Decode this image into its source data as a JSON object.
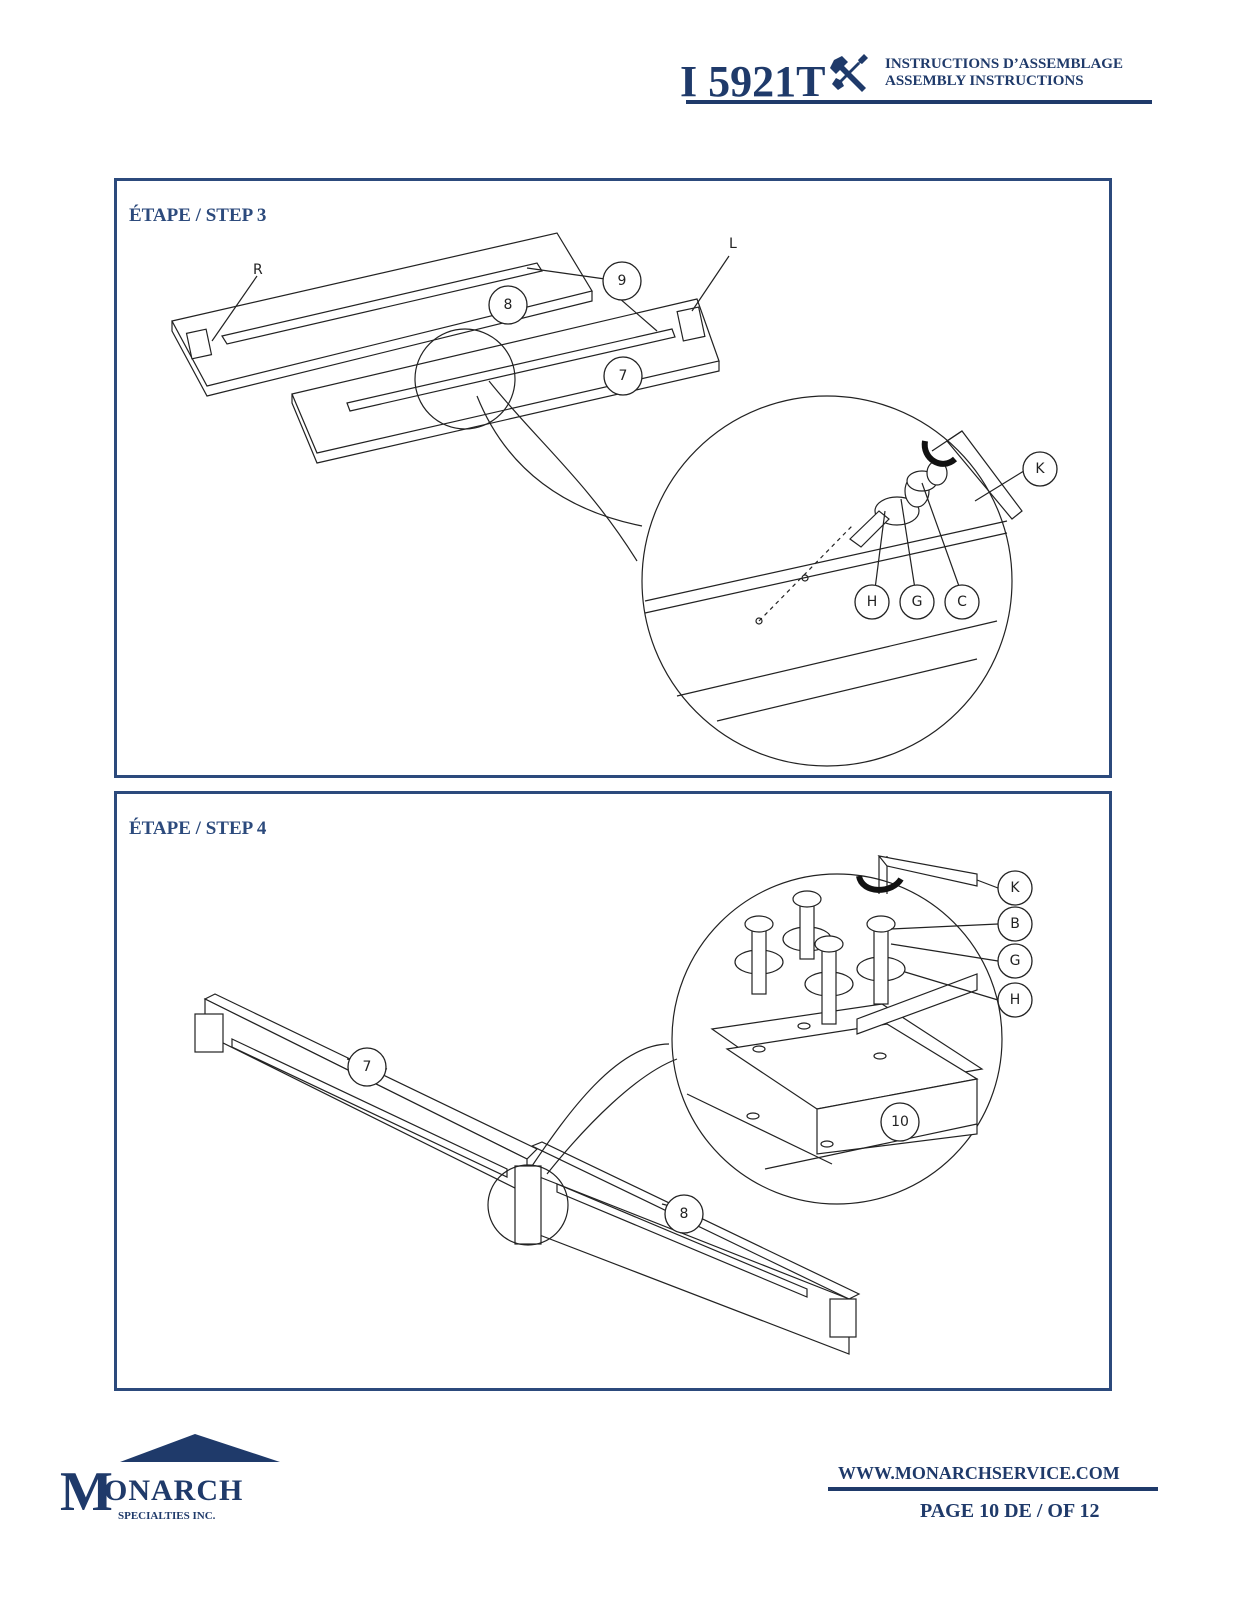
{
  "header": {
    "model": "I 5921T",
    "line_fr": "INSTRUCTIONS D’ASSEMBLAGE",
    "line_en": "ASSEMBLY INSTRUCTIONS"
  },
  "step3": {
    "title": "ÉTAPE / STEP 3",
    "labels": {
      "R": "R",
      "L": "L",
      "p9": "9",
      "p8": "8",
      "p7": "7",
      "K": "K",
      "H": "H",
      "G": "G",
      "C": "C"
    }
  },
  "step4": {
    "title": "ÉTAPE / STEP 4",
    "labels": {
      "K": "K",
      "B": "B",
      "G": "G",
      "H": "H",
      "p7": "7",
      "p8": "8",
      "p10": "10"
    }
  },
  "footer": {
    "logo_m": "M",
    "logo_rest": "ONARCH",
    "logo_sub": "SPECIALTIES INC.",
    "website": "WWW.MONARCHSERVICE.COM",
    "page": "PAGE  10  DE / OF  12"
  },
  "colors": {
    "brand": "#1f3a6a",
    "frame": "#2c4a7c"
  }
}
